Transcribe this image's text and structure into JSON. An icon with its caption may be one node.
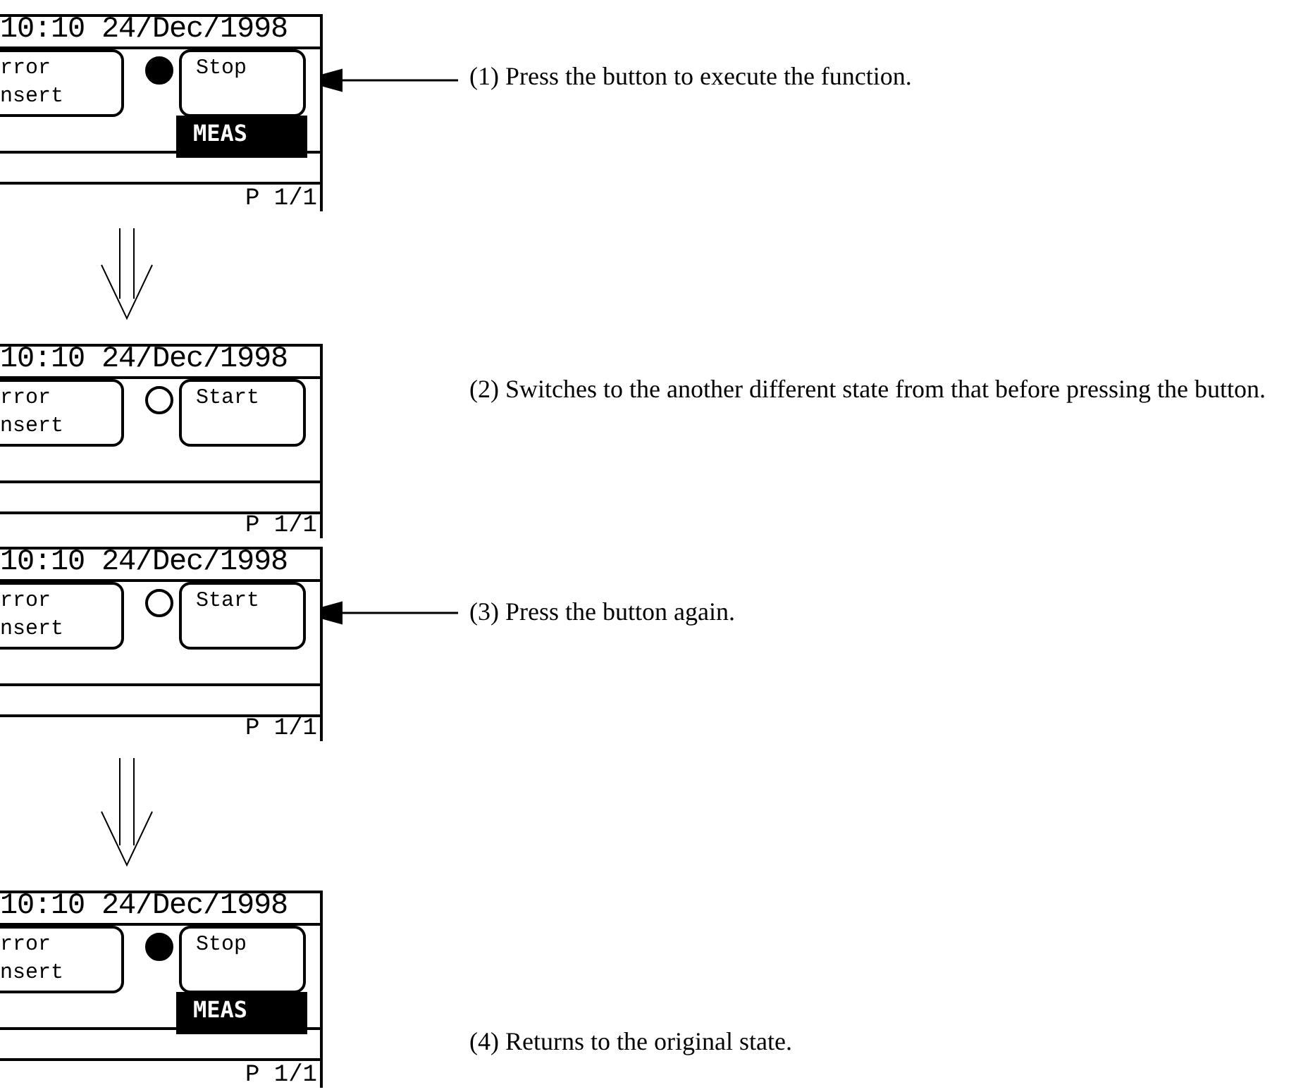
{
  "diagram": {
    "nodes": [
      {
        "text": [
          "10:10 24/Dec/1998",
          "P 1/1"
        ]
      },
      {
        "text": [
          "rror nsert"
        ],
        "in": 0
      },
      {
        "text": [
          "Stop"
        ],
        "in": 0
      },
      {
        "text": [
          "MEAS"
        ],
        "in": 0
      },
      {
        "text": [
          "(1) Press the button to execute the function."
        ]
      },
      {
        "text": [
          "10:10 24/Dec/1998",
          "P 1/1"
        ]
      },
      {
        "text": [
          "rror nsert"
        ],
        "in": 5
      },
      {
        "text": [
          "Start"
        ],
        "in": 5
      },
      {
        "text": [
          "(2) Switches to the another different state from that before pressing the button."
        ]
      },
      {
        "text": [
          "10:10 24/Dec/1998",
          "P 1/1"
        ]
      },
      {
        "text": [
          "rror nsert"
        ],
        "in": 9
      },
      {
        "text": [
          "Start"
        ],
        "in": 9
      },
      {
        "text": [
          "(3) Press the button again."
        ]
      },
      {
        "text": [
          "10:10 24/Dec/1998",
          "P 1/1"
        ]
      },
      {
        "text": [
          "rror nsert"
        ],
        "in": 13
      },
      {
        "text": [
          "Stop"
        ],
        "in": 13
      },
      {
        "text": [
          "MEAS"
        ],
        "in": 13
      },
      {
        "text": [
          "(4) Returns to the original state."
        ]
      }
    ],
    "edges": [
      {
        "from": 4,
        "to": 2,
        "arrow": "to"
      },
      {
        "from": 0,
        "to": 5,
        "arrow": "to"
      },
      {
        "from": 12,
        "to": 11,
        "arrow": "to"
      },
      {
        "from": 9,
        "to": 13,
        "arrow": "to"
      }
    ]
  }
}
